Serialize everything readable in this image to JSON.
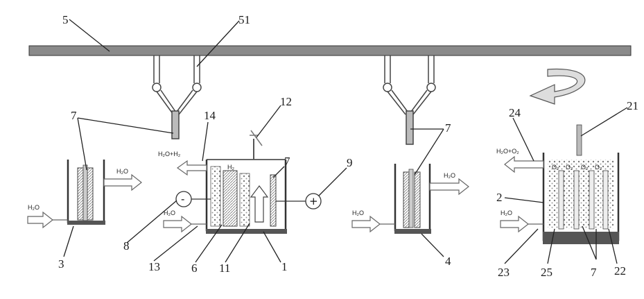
{
  "colors": {
    "ink": "#1a1a1a",
    "rail": "#8a8a8a",
    "hatch": "#6f6f6f",
    "base": "#555555",
    "bg": "#ffffff"
  },
  "labels": {
    "n5": "5",
    "n51": "51",
    "n7a": "7",
    "n14": "14",
    "n12": "12",
    "n9": "9",
    "n7b": "7",
    "n7c": "7",
    "n21": "21",
    "n24": "24",
    "n2": "2",
    "n3": "3",
    "n8": "8",
    "n13": "13",
    "n6": "6",
    "n11": "11",
    "n1": "1",
    "n4": "4",
    "n23": "23",
    "n25": "25",
    "n7d": "7",
    "n22": "22"
  },
  "streams": {
    "h2o_in_3": "H₂O",
    "h2o_out_3": "H₂O",
    "h2o_h2_out": "H₂O+H₂",
    "h2o_in_1": "H₂O",
    "h2o_out_4": "H₂O",
    "h2o_in_4": "H₂O",
    "h2o_o2_out": "H₂O+O₂",
    "h2o_in_2": "H₂O"
  },
  "tank1": {
    "h2_label": "H₂"
  },
  "tank2": {
    "o2_label": "O₂"
  },
  "signs": {
    "minus": "-",
    "plus": "+"
  }
}
